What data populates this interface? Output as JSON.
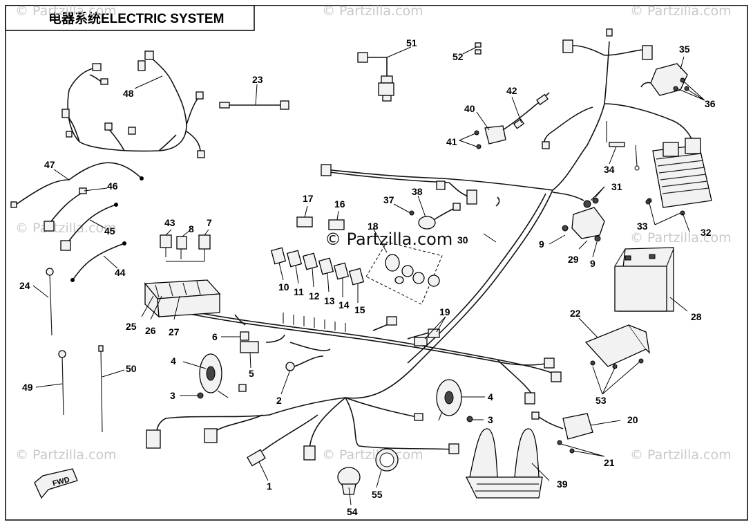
{
  "title": "电器系统ELECTRIC SYSTEM",
  "watermark": "© Partzilla.com",
  "center_watermark": "© Partzilla.com",
  "fwd_label": "FWD",
  "callouts": [
    "1",
    "2",
    "3",
    "3",
    "4",
    "4",
    "5",
    "6",
    "7",
    "8",
    "9",
    "9",
    "10",
    "11",
    "12",
    "13",
    "14",
    "15",
    "16",
    "17",
    "18",
    "19",
    "20",
    "21",
    "22",
    "23",
    "24",
    "25",
    "26",
    "27",
    "28",
    "29",
    "30",
    "31",
    "32",
    "33",
    "34",
    "35",
    "36",
    "37",
    "38",
    "39",
    "40",
    "41",
    "42",
    "43",
    "44",
    "45",
    "46",
    "47",
    "48",
    "49",
    "50",
    "51",
    "52",
    "53",
    "54",
    "55"
  ]
}
